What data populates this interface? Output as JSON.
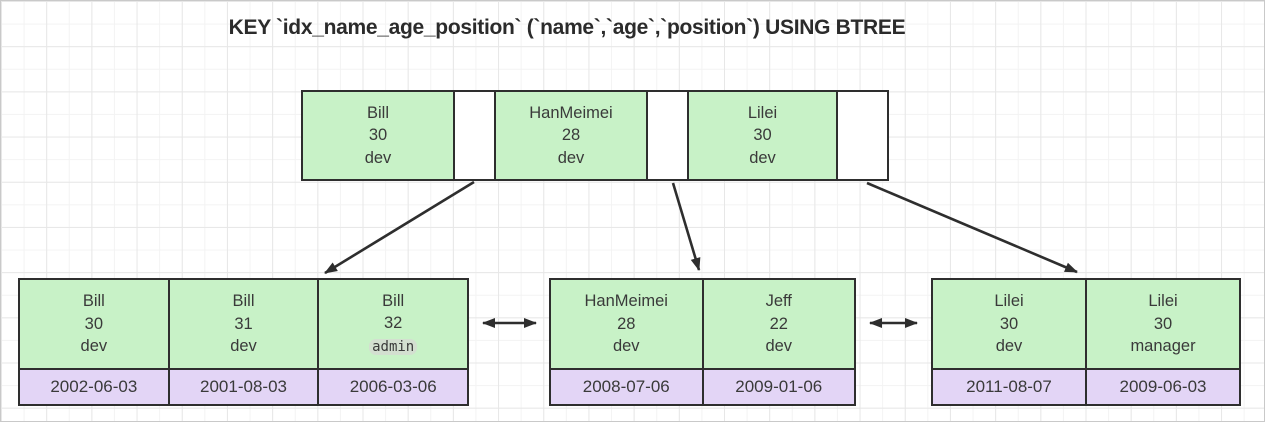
{
  "title": "KEY `idx_name_age_position` (`name`,`age`,`position`) USING BTREE",
  "diagram": {
    "root_node": {
      "keys": [
        {
          "name": "Bill",
          "age": "30",
          "position": "dev"
        },
        {
          "name": "HanMeimei",
          "age": "28",
          "position": "dev"
        },
        {
          "name": "Lilei",
          "age": "30",
          "position": "dev"
        }
      ]
    },
    "leaf_nodes": [
      {
        "records": [
          {
            "name": "Bill",
            "age": "30",
            "position": "dev",
            "date": "2002-06-03",
            "highlight_position": false
          },
          {
            "name": "Bill",
            "age": "31",
            "position": "dev",
            "date": "2001-08-03",
            "highlight_position": false
          },
          {
            "name": "Bill",
            "age": "32",
            "position": "admin",
            "date": "2006-03-06",
            "highlight_position": true
          }
        ]
      },
      {
        "records": [
          {
            "name": "HanMeimei",
            "age": "28",
            "position": "dev",
            "date": "2008-07-06",
            "highlight_position": false
          },
          {
            "name": "Jeff",
            "age": "22",
            "position": "dev",
            "date": "2009-01-06",
            "highlight_position": false
          }
        ]
      },
      {
        "records": [
          {
            "name": "Lilei",
            "age": "30",
            "position": "dev",
            "date": "2011-08-07",
            "highlight_position": false
          },
          {
            "name": "Lilei",
            "age": "30",
            "position": "manager",
            "date": "2009-06-03",
            "highlight_position": false
          }
        ]
      }
    ],
    "edges": [
      {
        "type": "pointer",
        "from": "root-pointer-1",
        "to": "leaf-node-1"
      },
      {
        "type": "pointer",
        "from": "root-pointer-2",
        "to": "leaf-node-2"
      },
      {
        "type": "pointer",
        "from": "root-pointer-3",
        "to": "leaf-node-3"
      },
      {
        "type": "bidirectional-link",
        "from": "leaf-node-1",
        "to": "leaf-node-2"
      },
      {
        "type": "bidirectional-link",
        "from": "leaf-node-2",
        "to": "leaf-node-3"
      }
    ]
  },
  "colors": {
    "key_cell_fill": "#c8f2c7",
    "date_cell_fill": "#e3d5f6",
    "pointer_cell_fill": "#ffffff",
    "border": "#2e2e2e",
    "edited_text_highlight": "#d3dfd0",
    "grid_line": "#e7e7e7"
  }
}
